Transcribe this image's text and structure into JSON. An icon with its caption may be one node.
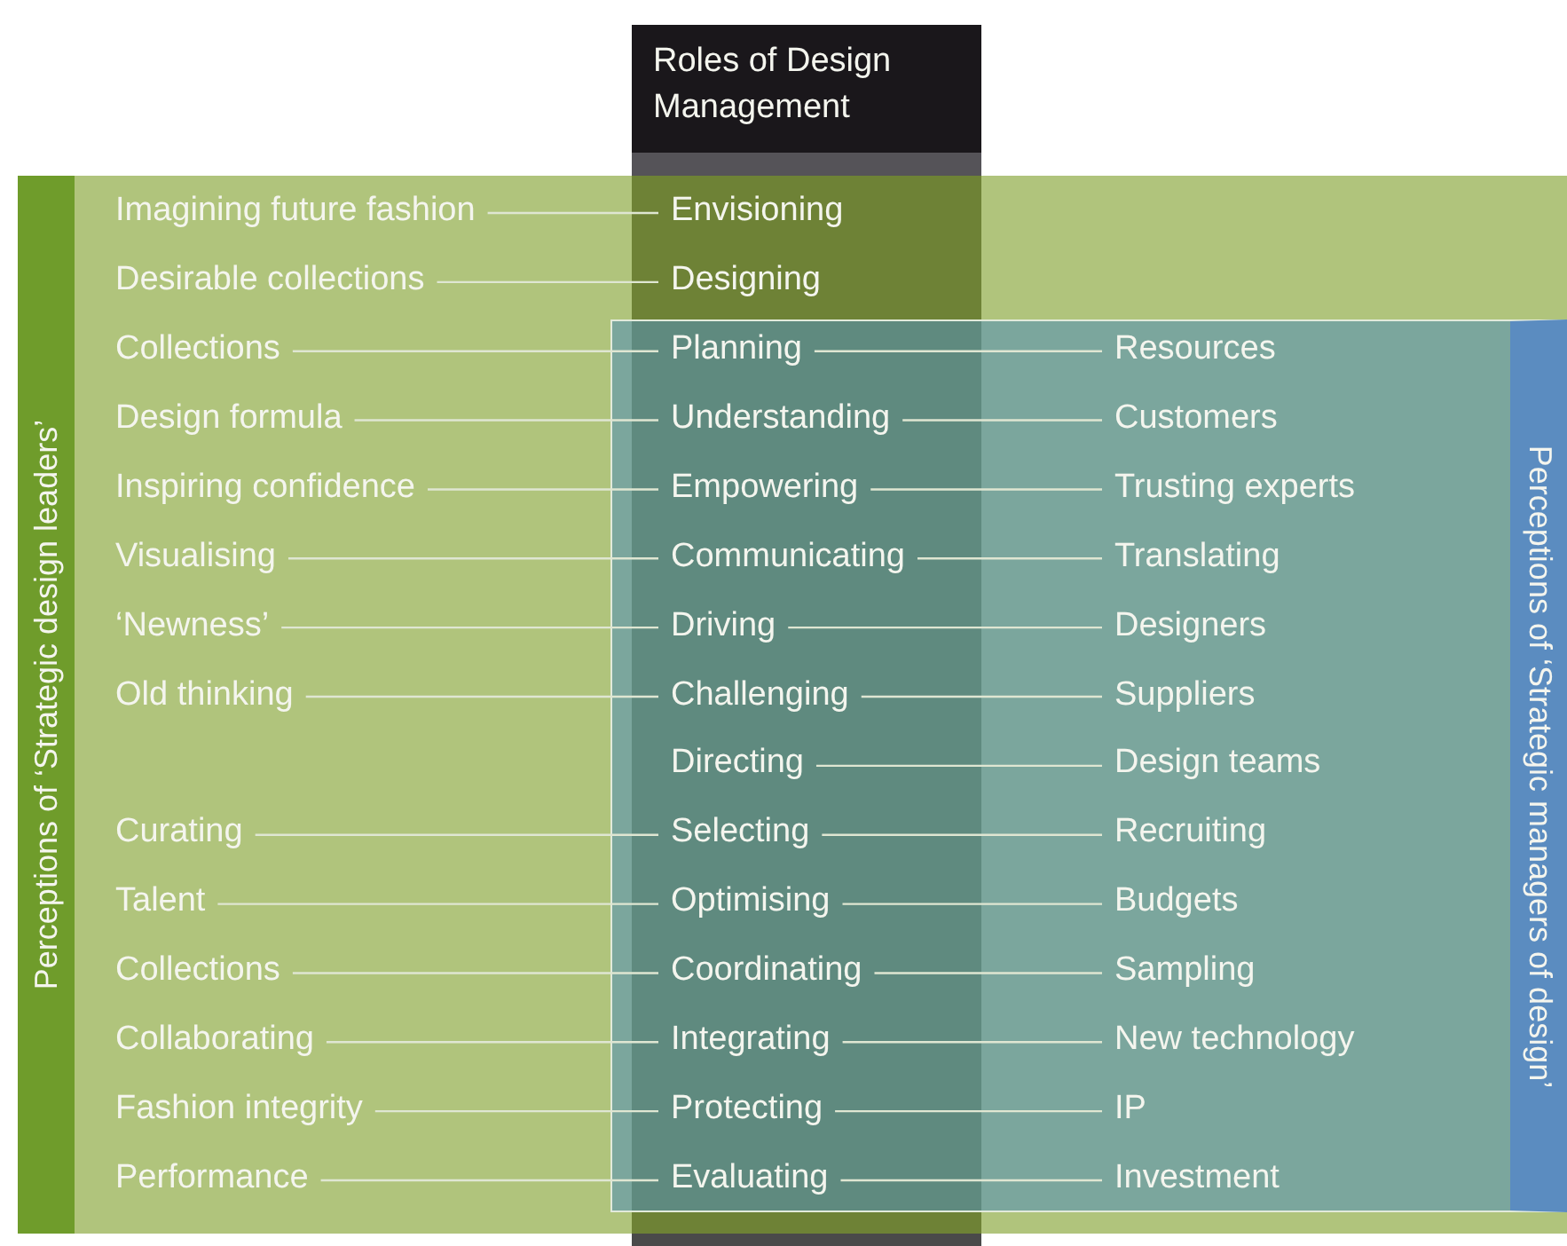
{
  "diagram": {
    "nodes": [
      {
        "text": [
          "Perceptions of ‘Strategic design leaders’"
        ]
      },
      {
        "text": [
          "Roles of Design Management"
        ]
      },
      {
        "text": [
          "Perceptions of ‘Strategic managers of design’"
        ],
        "in": 0
      },
      {
        "text": [
          "Imagining future fashion"
        ],
        "in": 0
      },
      {
        "text": [
          "Envisioning"
        ],
        "in": 0
      },
      {
        "text": [
          "Desirable collections"
        ],
        "in": 0
      },
      {
        "text": [
          "Designing"
        ],
        "in": 0
      },
      {
        "text": [
          "Collections"
        ],
        "in": 0
      },
      {
        "text": [
          "Planning"
        ],
        "in": 2
      },
      {
        "text": [
          "Resources"
        ],
        "in": 2
      },
      {
        "text": [
          "Design formula"
        ],
        "in": 0
      },
      {
        "text": [
          "Understanding"
        ],
        "in": 2
      },
      {
        "text": [
          "Customers"
        ],
        "in": 2
      },
      {
        "text": [
          "Inspiring confidence"
        ],
        "in": 0
      },
      {
        "text": [
          "Empowering"
        ],
        "in": 2
      },
      {
        "text": [
          "Trusting experts"
        ],
        "in": 2
      },
      {
        "text": [
          "Visualising"
        ],
        "in": 0
      },
      {
        "text": [
          "Communicating"
        ],
        "in": 2
      },
      {
        "text": [
          "Translating"
        ],
        "in": 2
      },
      {
        "text": [
          "‘Newness’"
        ],
        "in": 0
      },
      {
        "text": [
          "Driving"
        ],
        "in": 2
      },
      {
        "text": [
          "Designers"
        ],
        "in": 2
      },
      {
        "text": [
          "Old thinking"
        ],
        "in": 0
      },
      {
        "text": [
          "Challenging"
        ],
        "in": 2
      },
      {
        "text": [
          "Suppliers"
        ],
        "in": 2
      },
      {
        "text": [
          "Directing"
        ],
        "in": 2
      },
      {
        "text": [
          "Design teams"
        ],
        "in": 2
      },
      {
        "text": [
          "Curating"
        ],
        "in": 0
      },
      {
        "text": [
          "Selecting"
        ],
        "in": 2
      },
      {
        "text": [
          "Recruiting"
        ],
        "in": 2
      },
      {
        "text": [
          "Talent"
        ],
        "in": 0
      },
      {
        "text": [
          "Optimising"
        ],
        "in": 2
      },
      {
        "text": [
          "Budgets"
        ],
        "in": 2
      },
      {
        "text": [
          "Collections"
        ],
        "in": 0
      },
      {
        "text": [
          "Coordinating"
        ],
        "in": 2
      },
      {
        "text": [
          "Sampling"
        ],
        "in": 2
      },
      {
        "text": [
          "Collaborating"
        ],
        "in": 0
      },
      {
        "text": [
          "Integrating"
        ],
        "in": 2
      },
      {
        "text": [
          "New technology"
        ],
        "in": 2
      },
      {
        "text": [
          "Fashion integrity"
        ],
        "in": 0
      },
      {
        "text": [
          "Protecting"
        ],
        "in": 2
      },
      {
        "text": [
          "IP"
        ],
        "in": 2
      },
      {
        "text": [
          "Performance"
        ],
        "in": 0
      },
      {
        "text": [
          "Evaluating"
        ],
        "in": 2
      },
      {
        "text": [
          "Investment"
        ],
        "in": 2
      }
    ],
    "edges": [
      {
        "from": 3,
        "to": 4,
        "arrow": "none"
      },
      {
        "from": 5,
        "to": 6,
        "arrow": "none"
      },
      {
        "from": 7,
        "to": 8,
        "arrow": "none"
      },
      {
        "from": 8,
        "to": 9,
        "arrow": "none"
      },
      {
        "from": 10,
        "to": 11,
        "arrow": "none"
      },
      {
        "from": 11,
        "to": 12,
        "arrow": "none"
      },
      {
        "from": 13,
        "to": 14,
        "arrow": "none"
      },
      {
        "from": 14,
        "to": 15,
        "arrow": "none"
      },
      {
        "from": 16,
        "to": 17,
        "arrow": "none"
      },
      {
        "from": 17,
        "to": 18,
        "arrow": "none"
      },
      {
        "from": 19,
        "to": 20,
        "arrow": "none"
      },
      {
        "from": 20,
        "to": 21,
        "arrow": "none"
      },
      {
        "from": 22,
        "to": 23,
        "arrow": "none"
      },
      {
        "from": 23,
        "to": 24,
        "arrow": "none"
      },
      {
        "from": 25,
        "to": 26,
        "arrow": "none"
      },
      {
        "from": 27,
        "to": 28,
        "arrow": "none"
      },
      {
        "from": 28,
        "to": 29,
        "arrow": "none"
      },
      {
        "from": 30,
        "to": 31,
        "arrow": "none"
      },
      {
        "from": 31,
        "to": 32,
        "arrow": "none"
      },
      {
        "from": 33,
        "to": 34,
        "arrow": "none"
      },
      {
        "from": 34,
        "to": 35,
        "arrow": "none"
      },
      {
        "from": 36,
        "to": 37,
        "arrow": "none"
      },
      {
        "from": 37,
        "to": 38,
        "arrow": "none"
      },
      {
        "from": 39,
        "to": 40,
        "arrow": "none"
      },
      {
        "from": 40,
        "to": 41,
        "arrow": "none"
      },
      {
        "from": 42,
        "to": 43,
        "arrow": "none"
      },
      {
        "from": 43,
        "to": 44,
        "arrow": "none"
      }
    ]
  }
}
